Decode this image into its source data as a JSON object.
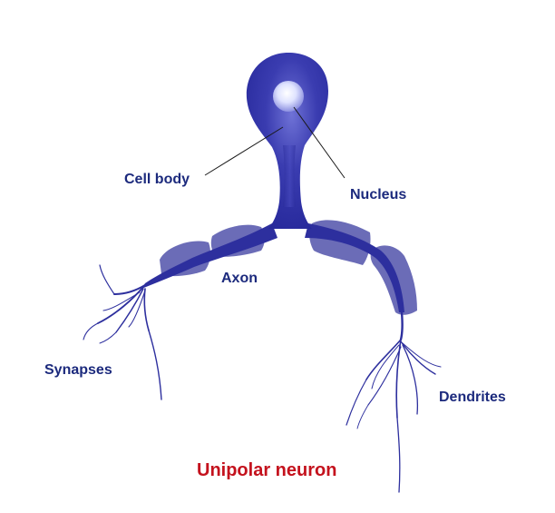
{
  "title": "Unipolar neuron",
  "labels": {
    "cell_body": "Cell body",
    "nucleus": "Nucleus",
    "axon": "Axon",
    "synapses": "Synapses",
    "dendrites": "Dendrites"
  },
  "colors": {
    "neuron": "#2d2f9e",
    "neuron_dark": "#1f2186",
    "myelin": "#5b5db0",
    "label_text": "#1c2a7d",
    "title_text": "#c4121d",
    "nucleus_glow": "#e6e9ff",
    "leader_line": "#1a1a1a"
  }
}
